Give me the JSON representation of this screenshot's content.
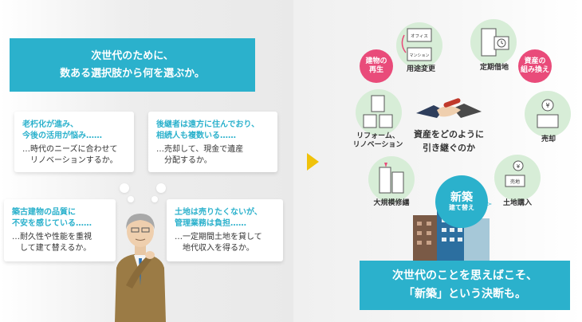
{
  "left_panel": {
    "headline": [
      "次世代のために、",
      "数ある選択肢から何を選ぶか。"
    ],
    "bubbles": [
      {
        "title": [
          "老朽化が進み、",
          "今後の活用が悩み……"
        ],
        "body": [
          "…時代のニーズに合わせて",
          "　リノベーションするか。"
        ]
      },
      {
        "title": [
          "後継者は遠方に住んでおり、",
          "相続人も複数いる……"
        ],
        "body": [
          "…売却して、現金で遺産",
          "　分配するか。"
        ]
      },
      {
        "title": [
          "築古建物の品質に",
          "不安を感じている……"
        ],
        "body": [
          "…耐久性や性能を重視",
          "　して建て替えるか。"
        ]
      },
      {
        "title": [
          "土地は売りたくないが、",
          "管理業務は負担……"
        ],
        "body": [
          "…一定期間土地を貸して",
          "　地代収入を得るか。"
        ]
      }
    ]
  },
  "right_panel": {
    "center": [
      "資産をどのように",
      "引き継ぐのか"
    ],
    "options": {
      "youto": "用途変更",
      "teiki": "定期借地",
      "kumikae": [
        "資産の",
        "組み換え"
      ],
      "baikyaku": "売却",
      "tochi": "土地購入",
      "daikibo": "大規模修繕",
      "reform": [
        "リフォーム、",
        "リノベーション"
      ],
      "saisei": [
        "建物の",
        "再生"
      ]
    },
    "icon_text": {
      "office": "オフィス",
      "mansion": "マンション",
      "baichi": "売地",
      "yen": "¥"
    },
    "new_build": {
      "main": "新築",
      "sub": "建て替え"
    },
    "conclusion": [
      "次世代のことを思えばこそ、",
      "「新築」という決断も。"
    ]
  },
  "colors": {
    "accent": "#2bb1cc",
    "pink": "#e94b7a",
    "arrow": "#f0c20a",
    "circle": "#d7edd7"
  }
}
